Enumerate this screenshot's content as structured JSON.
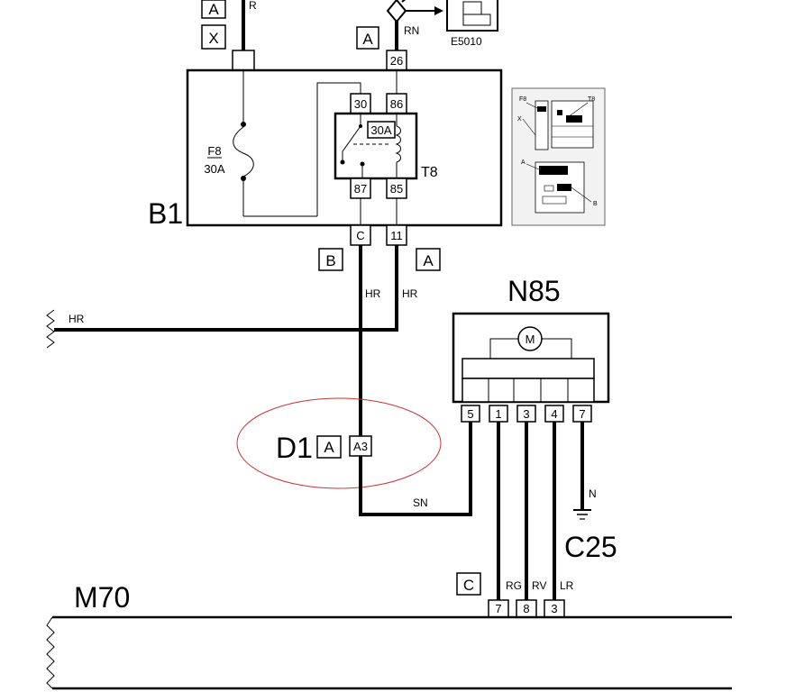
{
  "components": {
    "b1": "B1",
    "n85": "N85",
    "c25": "C25",
    "m70": "M70",
    "d1": "D1",
    "e5010": "E5010",
    "fuse_name": "F8",
    "fuse_rating": "30A",
    "relay_name": "T8",
    "relay_rating": "30A",
    "motor_symbol": "M"
  },
  "connectors": {
    "top_left_a": "A",
    "top_left_x": "X",
    "top_a": "A",
    "bottom_b": "B",
    "bottom_a": "A",
    "d1_a": "A",
    "d1_pin": "A3",
    "m70_c": "C"
  },
  "pins": {
    "top_26": "26",
    "relay_30": "30",
    "relay_86": "86",
    "relay_87": "87",
    "relay_85": "85",
    "out_c": "C",
    "out_11": "11",
    "n85_pins": [
      "5",
      "1",
      "3",
      "4",
      "7"
    ],
    "m70_pins": [
      "7",
      "8",
      "3"
    ]
  },
  "wires": {
    "r_top": "R",
    "rn": "RN",
    "hr_left": "HR",
    "hr_mid1": "HR",
    "hr_mid2": "HR",
    "sn": "SN",
    "n": "N",
    "rg": "RG",
    "rv": "RV",
    "lr": "LR"
  },
  "inset": {
    "f8": "F8",
    "t8": "T8",
    "x": "X",
    "a": "A",
    "b": "B"
  },
  "colors": {
    "line": "#000000",
    "highlight_ellipse": "#cc3333",
    "background": "#ffffff",
    "inset_bg": "#f2f2f2"
  }
}
